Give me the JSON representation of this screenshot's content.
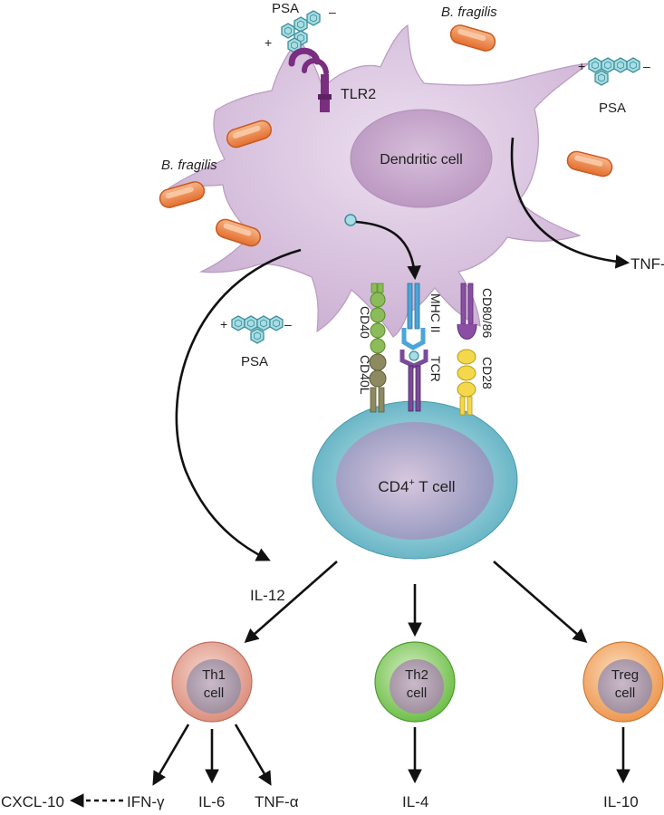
{
  "labels": {
    "psa_top": "PSA",
    "psa_right": "PSA",
    "psa_left": "PSA",
    "bfrag_top": "B. fragilis",
    "bfrag_left": "B. fragilis",
    "tlr2": "TLR2",
    "dendritic_cell": "Dendritic cell",
    "tnf_top": "TNF-α",
    "cd40": "CD40",
    "cd40l": "CD40L",
    "mhc2": "MHC II",
    "tcr": "TCR",
    "cd8086": "CD80/86",
    "cd28": "CD28",
    "cd4_main": "CD4",
    "cd4_sup": "+",
    "cd4_tail": " T cell",
    "il12": "IL-12",
    "th1_line1": "Th1",
    "th1_line2": "cell",
    "th2_line1": "Th2",
    "th2_line2": "cell",
    "treg_line1": "Treg",
    "treg_line2": "cell",
    "cxcl10": "CXCL-10",
    "ifng": "IFN-γ",
    "il6": "IL-6",
    "tnf_bottom": "TNF-α",
    "il4": "IL-4",
    "il10": "IL-10",
    "charge_plus": "+",
    "charge_minus": "–"
  },
  "colors": {
    "dc_body": "#d9c4de",
    "dc_nucleus": "#c6a9cb",
    "tcell_body": "#8fc8d4",
    "tcell_nucleus": "#a7a7c8",
    "bacteria": "#ee8a4c",
    "psa_hex": "#a8dde3",
    "tlr2": "#7a2e80",
    "cd40": "#8cbc5a",
    "cd40l": "#8d8a5f",
    "mhc2": "#4aa5d8",
    "tcr": "#7b4a99",
    "cd8086": "#8a4fa2",
    "cd28": "#f2d84a",
    "th1": "#e8a89a",
    "th2": "#8ccc6a",
    "treg": "#f0a86a"
  }
}
